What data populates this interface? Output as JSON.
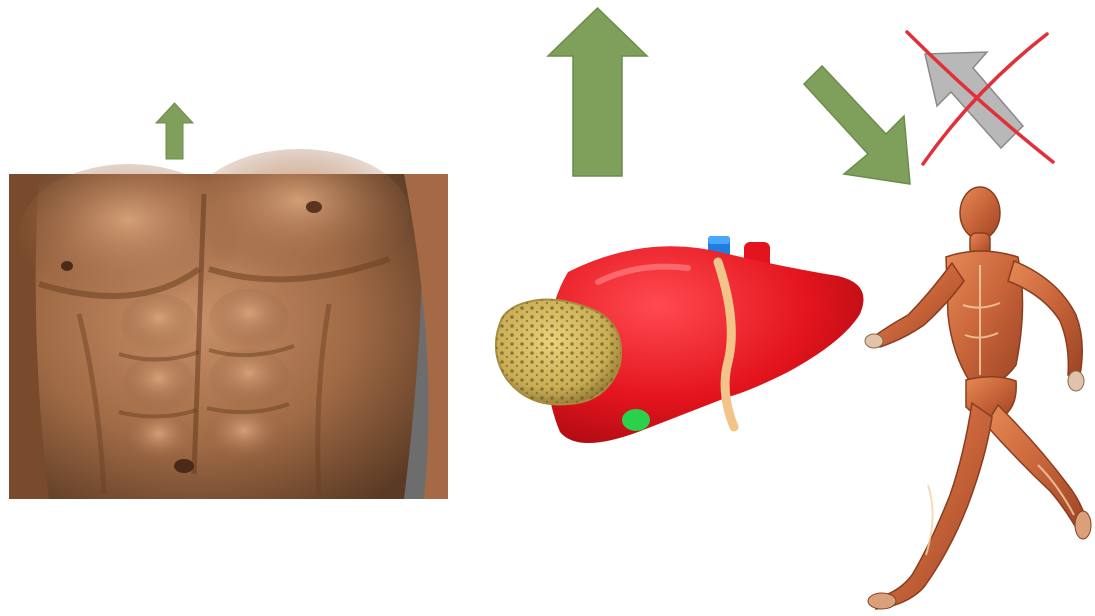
{
  "colors": {
    "arrow_green": "#7fa05a",
    "arrow_green_dark": "#6c8c4a",
    "arrow_gray": "#b5b5b5",
    "cross_red": "#e0313a",
    "liver_red": "#e3141d",
    "skin": "#a8704a",
    "muscle": "#c8643a"
  },
  "slide": {
    "abs_photo": {
      "icon": "abdominal-muscles-photo"
    },
    "liver": {
      "icon": "liver-illustration",
      "sponge_icon": "sponge-icon"
    },
    "runner": {
      "icon": "anatomical-running-man-illustration"
    },
    "arrows": {
      "small_up": {
        "direction": "up",
        "color": "green",
        "size": "small"
      },
      "large_up": {
        "direction": "up",
        "color": "green",
        "size": "large"
      },
      "down_right": {
        "direction": "down-right",
        "color": "green"
      },
      "up_left_crossed": {
        "direction": "up-left",
        "color": "gray",
        "crossed_out": true
      }
    }
  }
}
